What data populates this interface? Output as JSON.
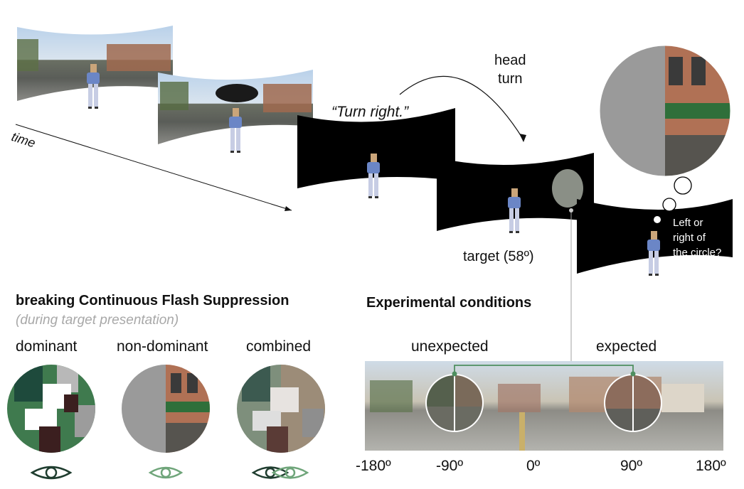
{
  "timeline": {
    "time_label": "time",
    "instruction": "“Turn right.”",
    "head_turn_line1": "head",
    "head_turn_line2": "turn",
    "target_label": "target (58º)",
    "question_line1": "Left or",
    "question_line2": "right of",
    "question_line3": "the circle?"
  },
  "bcfs": {
    "title": "breaking Continuous Flash Suppression",
    "subtitle": "(during target presentation)",
    "conditions": [
      "dominant",
      "non-dominant",
      "combined"
    ]
  },
  "experimental": {
    "title": "Experimental conditions",
    "conditions": [
      "unexpected",
      "expected"
    ],
    "axis_ticks": [
      "-180º",
      "-90º",
      "0º",
      "90º",
      "180º"
    ]
  },
  "colors": {
    "mondrian_dark": "#1e4a3c",
    "mondrian_green": "#3f7a4e",
    "mondrian_brown": "#3b1f1f",
    "mondrian_gray": "#9c9c9c",
    "gray_half": "#9a9a9a",
    "accent_green": "#4f8f60",
    "eye_dark": "#1f3d2f",
    "eye_light": "#6fa57a",
    "person_shirt": "#6b86c6",
    "person_pants": "#c7cde4",
    "person_skin": "#caa57a"
  }
}
